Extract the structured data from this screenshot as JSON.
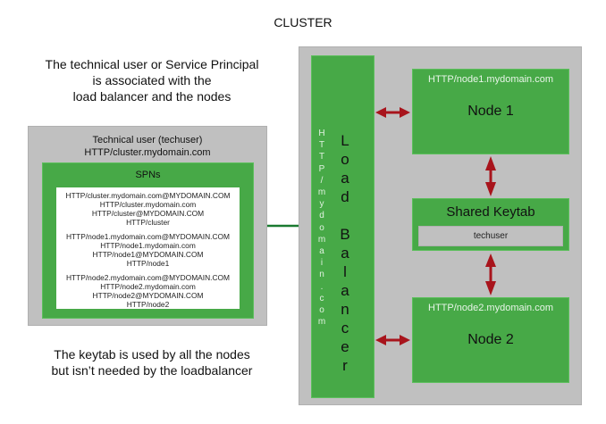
{
  "title": "CLUSTER",
  "notes": {
    "top": [
      "The technical user or Service Principal",
      "is associated with the",
      "load balancer and the nodes"
    ],
    "bottom": [
      "The keytab is used by all the nodes",
      "but isn’t needed by the loadbalancer"
    ]
  },
  "technical_user": {
    "name": "Technical user (techuser)",
    "principal": "HTTP/cluster.mydomain.com",
    "spns_title": "SPNs",
    "spn_groups": [
      [
        "HTTP/cluster.mydomain.com@MYDOMAIN.COM",
        "HTTP/cluster.mydomain.com",
        "HTTP/cluster@MYDOMAIN.COM",
        "HTTP/cluster"
      ],
      [
        "HTTP/node1.mydomain.com@MYDOMAIN.COM",
        "HTTP/node1.mydomain.com",
        "HTTP/node1@MYDOMAIN.COM",
        "HTTP/node1"
      ],
      [
        "HTTP/node2.mydomain.com@MYDOMAIN.COM",
        "HTTP/node2.mydomain.com",
        "HTTP/node2@MYDOMAIN.COM",
        "HTTP/node2"
      ]
    ]
  },
  "load_balancer": {
    "label": "Load Balancer",
    "url": "HTTP/mydomain.com"
  },
  "nodes": [
    {
      "url": "HTTP/node1.mydomain.com",
      "label": "Node 1"
    },
    {
      "url": "HTTP/node2.mydomain.com",
      "label": "Node 2"
    }
  ],
  "keytab": {
    "title": "Shared Keytab",
    "entry": "techuser"
  },
  "colors": {
    "box_gray": "#c0c0c0",
    "box_green": "#47a947",
    "arrow_red": "#a8141c",
    "connector_green": "#1a7a30"
  }
}
